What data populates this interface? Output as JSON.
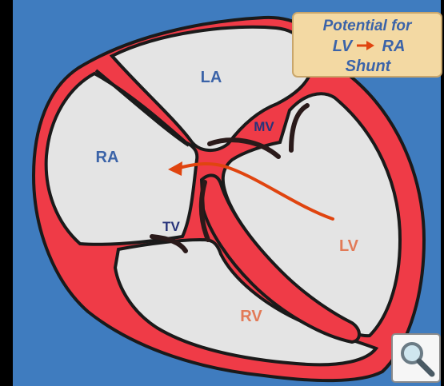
{
  "callout": {
    "line1": "Potential for",
    "line2_left": "LV",
    "line2_right": "RA",
    "line3": "Shunt"
  },
  "labels": {
    "la": "LA",
    "ra": "RA",
    "lv": "LV",
    "rv": "RV",
    "mv": "MV",
    "tv": "TV"
  },
  "colors": {
    "outer_background": "#000000",
    "panel_background": "#3f7cbf",
    "myocardium": "#ef3b47",
    "chamber_fill": "#e4e4e4",
    "outline": "#1a1a1a",
    "valve": "#2a1a1a",
    "shunt_arrow": "#e0440f",
    "label_blue": "#3b63a8",
    "label_orange": "#e27a57",
    "label_navy": "#27337a",
    "callout_fill": "#f3d9a3",
    "callout_border": "#c9a66b"
  },
  "icons": {
    "zoom": "magnifier-icon",
    "callout_arrow": "right-arrow-icon"
  }
}
